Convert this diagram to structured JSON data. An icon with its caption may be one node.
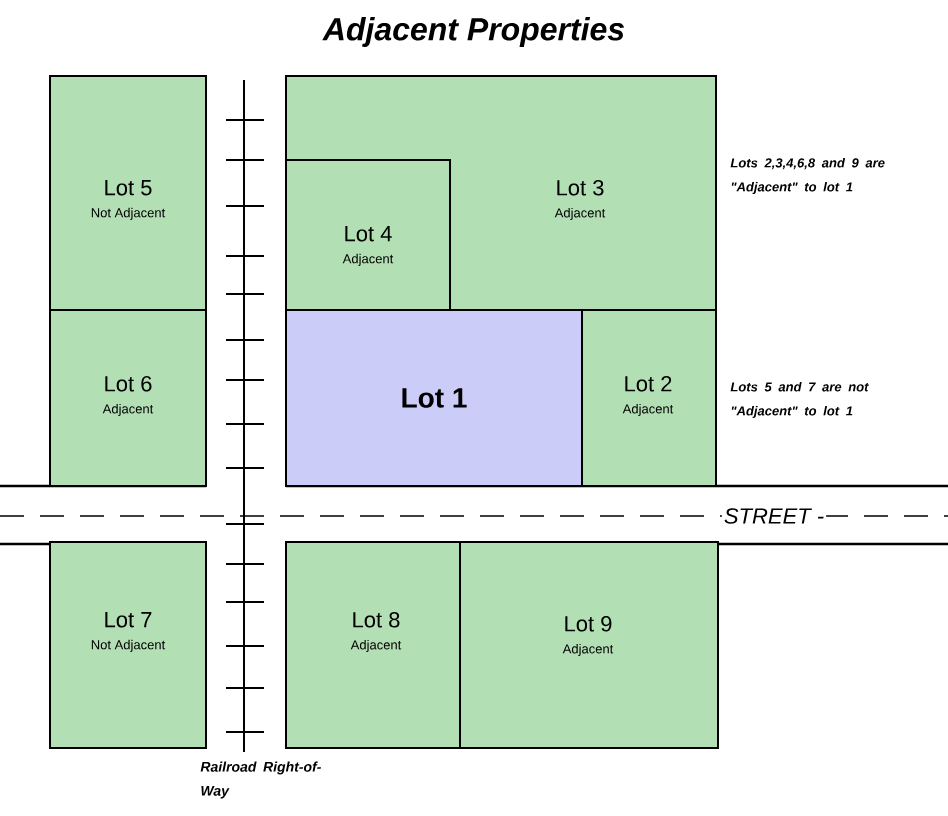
{
  "diagram": {
    "title": "Adjacent Properties",
    "nodes": [
      {
        "text": [
          "Lot 5",
          "Not Adjacent"
        ]
      },
      {
        "text": [
          "Lot 3",
          "Adjacent"
        ]
      },
      {
        "text": [
          "Lot 4",
          "Adjacent"
        ]
      },
      {
        "text": [
          "Lot 6",
          "Adjacent"
        ]
      },
      {
        "text": [
          "Lot 1"
        ]
      },
      {
        "text": [
          "Lot 2",
          "Adjacent"
        ]
      },
      {
        "text": [
          "Lot 7",
          "Not Adjacent"
        ]
      },
      {
        "text": [
          "Lot 8",
          "Adjacent"
        ]
      },
      {
        "text": [
          "Lot 9",
          "Adjacent"
        ]
      }
    ],
    "labels": [
      "Lots 2,3,4,6,8 and 9 are \"Adjacent\" to lot 1",
      "Lots 5 and 7 are not \"Adjacent\" to lot 1",
      "STREET -",
      "Railroad Right-of-Way"
    ]
  }
}
